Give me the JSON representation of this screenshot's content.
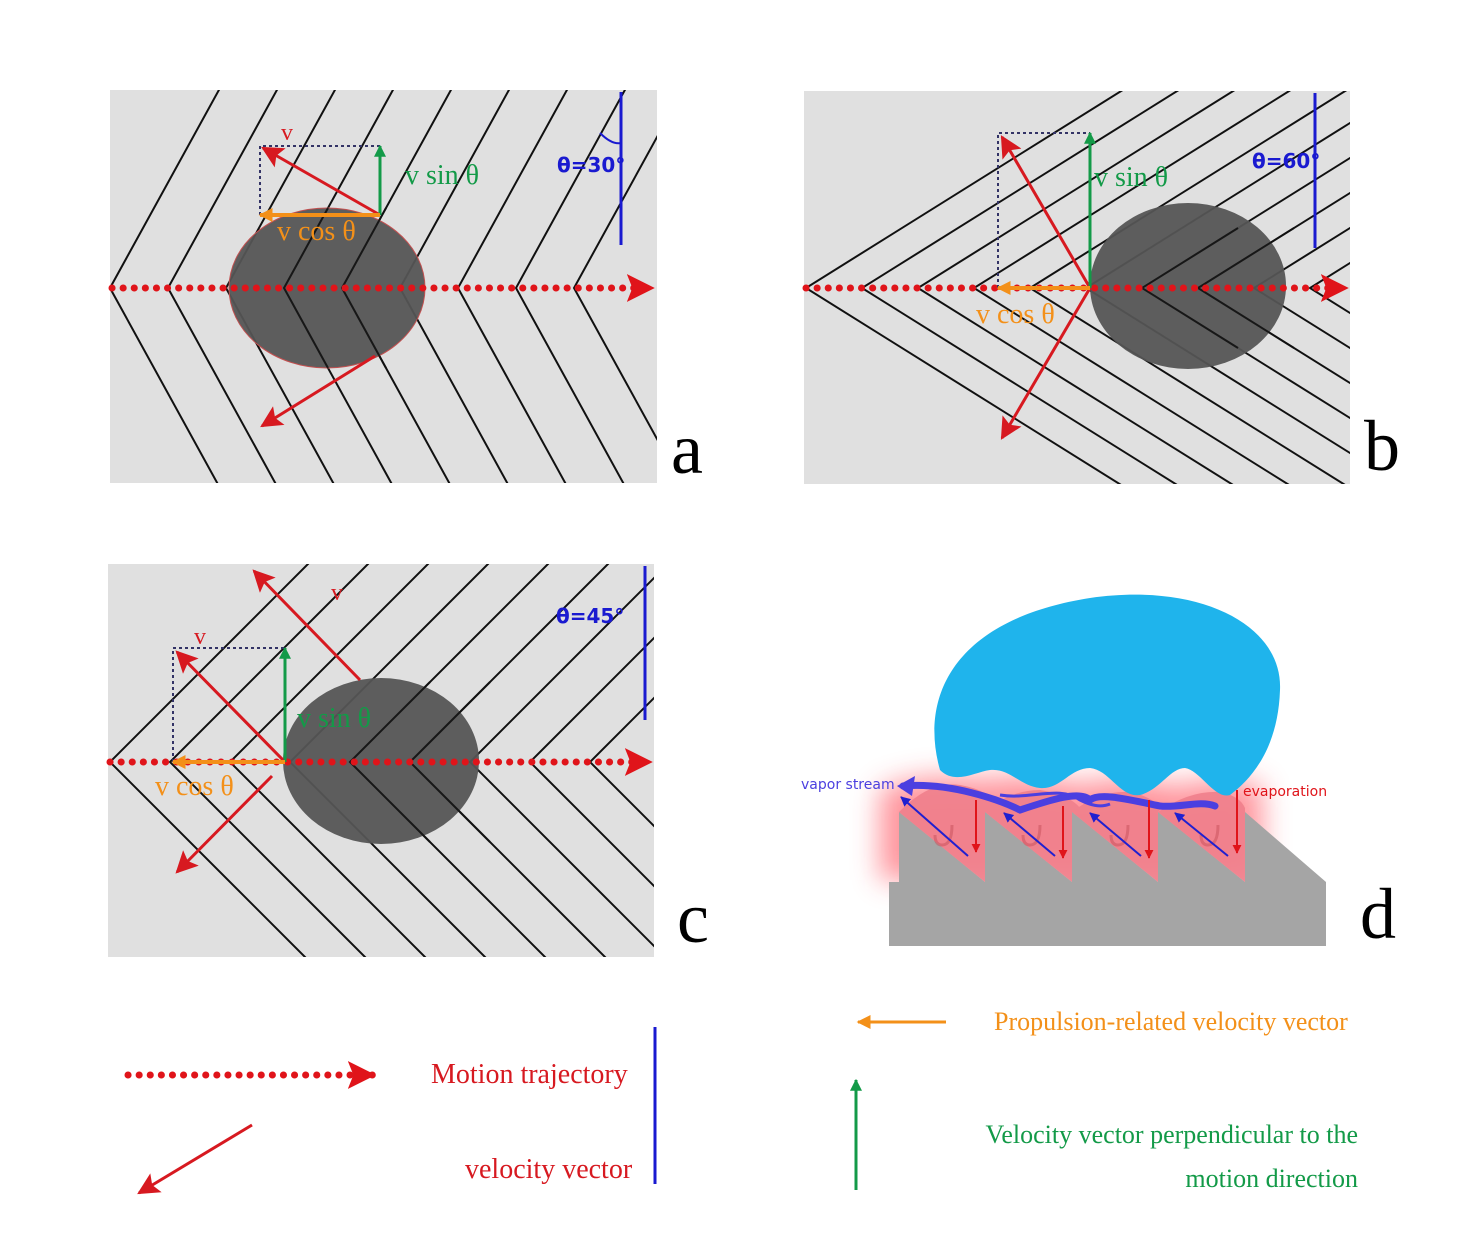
{
  "panels": {
    "a": {
      "letter": "a",
      "theta_label": "θ=30°",
      "v_label": "v",
      "vsin_label": "v sin θ",
      "vcos_label": "v cos θ"
    },
    "b": {
      "letter": "b",
      "theta_label": "θ=60°",
      "vsin_label": "v sin θ",
      "vcos_label": "v cos θ"
    },
    "c": {
      "letter": "c",
      "theta_label": "θ=45°",
      "v_label_top": "v",
      "v_label_left": "v",
      "vsin_label": "v sin θ",
      "vcos_label": "v cos θ"
    },
    "d": {
      "letter": "d",
      "vapor_label": "vapor stream",
      "evaporation_label": "evaporation"
    }
  },
  "legend": {
    "trajectory": "Motion trajectory",
    "velocity": "velocity vector",
    "propulsion": "Propulsion-related velocity vector",
    "perpendicular_line1": "Velocity vector perpendicular to the",
    "perpendicular_line2": "motion direction"
  },
  "colors": {
    "panel_bg": "#e0e0e0",
    "droplet_dark": "#555555",
    "droplet_blue": "#1fb4ec",
    "trajectory": "#e0141a",
    "velocity": "#d71920",
    "propulsion": "#f39019",
    "perpendicular": "#139a48",
    "theta_blue": "#1a1ad0",
    "vapor": "#4b3fe0",
    "substrate": "#a5a5a5"
  }
}
